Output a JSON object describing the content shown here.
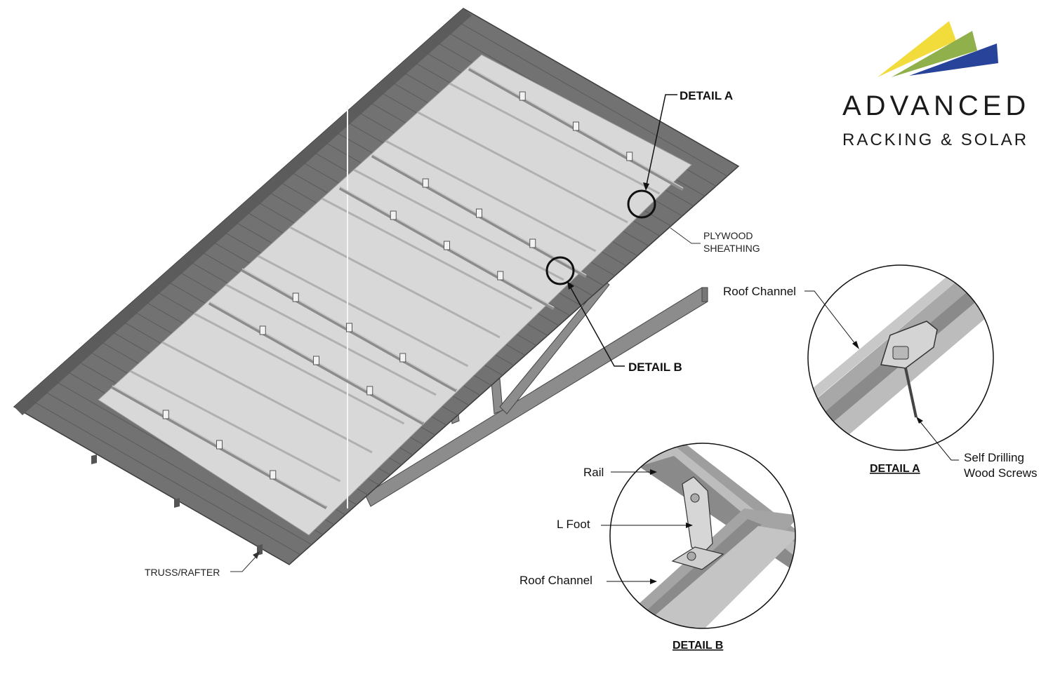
{
  "logo": {
    "line1": "ADVANCED",
    "line2": "RACKING & SOLAR",
    "stripe_colors": [
      "#f2dc3c",
      "#8fb04a",
      "#27439a"
    ]
  },
  "callouts": {
    "detail_a": "DETAIL A",
    "detail_b": "DETAIL B",
    "plywood_line1": "PLYWOOD",
    "plywood_line2": "SHEATHING",
    "truss": "TRUSS/RAFTER"
  },
  "detail_a": {
    "title": "DETAIL A",
    "roof_channel": "Roof Channel",
    "screws_line1": "Self Drilling",
    "screws_line2": "Wood Screws"
  },
  "detail_b": {
    "title": "DETAIL B",
    "rail": "Rail",
    "l_foot": "L Foot",
    "roof_channel": "Roof Channel"
  },
  "colors": {
    "roof": "#6f6f6f",
    "roof_dark": "#555555",
    "sheathing": "#d6d6d6",
    "rail": "#9a9a9a",
    "truss": "#8a8a8a"
  }
}
